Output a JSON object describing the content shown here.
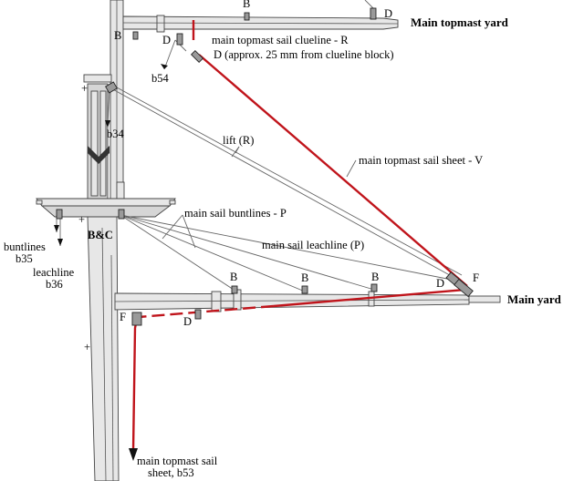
{
  "labels": {
    "main_topmast_yard": "Main topmast yard",
    "main_yard": "Main yard",
    "clueline": "main topmast sail clueline - R",
    "clueline_block_note": "D (approx. 25 mm from clueline block)",
    "lift": "lift (R)",
    "topmast_sheet": "main topmast sail sheet - V",
    "buntlines": "main sail buntlines - P",
    "leachline": "main sail leachline (P)",
    "buntlines_b35": "buntlines",
    "b35": "b35",
    "leachline_b36": "leachline",
    "b36": "b36",
    "bc": "B&C",
    "b34": "b34",
    "b54": "b54",
    "sheet_b53_line1": "main topmast sail",
    "sheet_b53_line2": "sheet, b53",
    "B": "B",
    "D": "D",
    "F": "F"
  },
  "colors": {
    "rigging_red": "#c0141b",
    "wood": "#e7e7e7",
    "line": "#444444"
  }
}
